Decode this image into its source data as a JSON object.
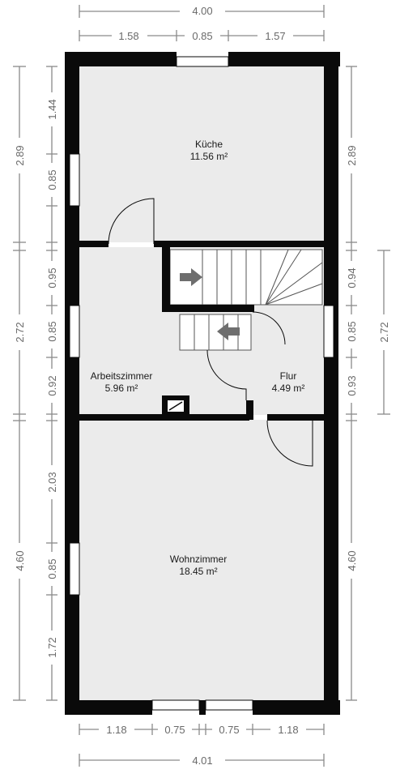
{
  "colors": {
    "wall": "#0a0a0a",
    "floor": "#ebebeb",
    "dimension": "#8a8a8a",
    "stair_arrow": "#6e6e6e"
  },
  "rooms": {
    "kueche": {
      "name": "Küche",
      "area": "11.56 m²"
    },
    "arbeitszimmer": {
      "name": "Arbeitszimmer",
      "area": "5.96 m²"
    },
    "flur": {
      "name": "Flur",
      "area": "4.49 m²"
    },
    "wohnzimmer": {
      "name": "Wohnzimmer",
      "area": "18.45 m²"
    }
  },
  "dimensions": {
    "top_total": "4.00",
    "top_segments": [
      "1.58",
      "0.85",
      "1.57"
    ],
    "bottom_total": "4.01",
    "bottom_segments": [
      "1.18",
      "0.75",
      "0.75",
      "1.18"
    ],
    "left_outer": [
      "2.89",
      "2.72",
      "4.60"
    ],
    "left_inner": [
      "1.44",
      "0.85",
      "0.95",
      "0.85",
      "0.92",
      "2.03",
      "0.85",
      "1.72"
    ],
    "right_outer": [
      "2.89",
      "2.72",
      "4.60"
    ],
    "right_inner": [
      "0.94",
      "0.85",
      "0.93"
    ]
  }
}
